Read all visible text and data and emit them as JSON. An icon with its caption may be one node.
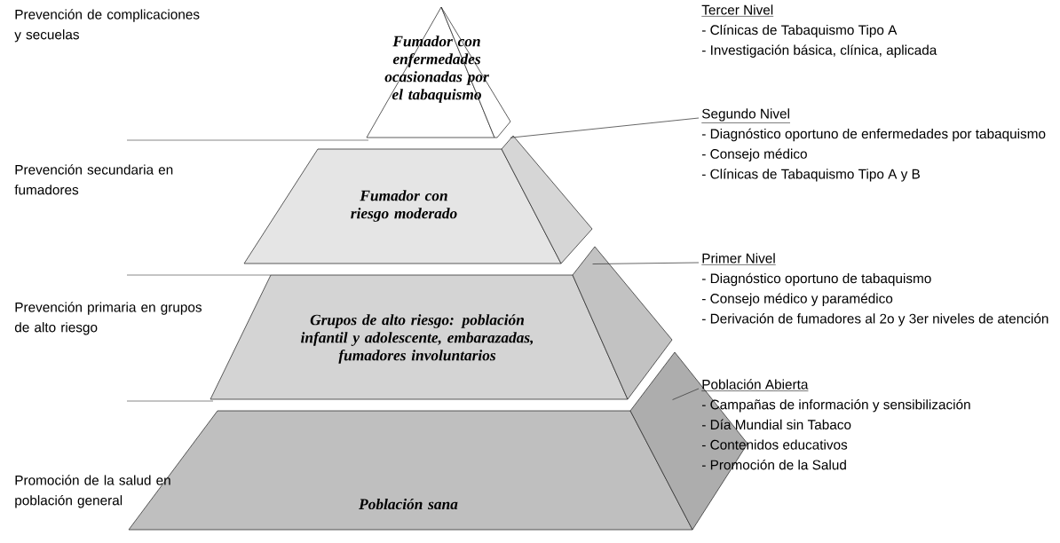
{
  "diagram": {
    "nodes": [
      {
        "text": [
          "Fumador con enfermedades ocasionadas por el tabaquismo"
        ]
      },
      {
        "text": [
          "Fumador con riesgo moderado"
        ]
      },
      {
        "text": [
          "Grupos de alto riesgo: población infantil y adolescente, embarazadas, fumadores involuntarios"
        ]
      },
      {
        "text": [
          "Población sana"
        ]
      },
      {
        "text": [
          "Segundo Nivel",
          "- Diagnóstico oportuno de enfermedades por tabaquismo",
          "- Consejo médico",
          "- Clínicas de Tabaquismo Tipo A y B"
        ]
      },
      {
        "text": [
          "Primer Nivel",
          "- Diagnóstico oportuno de tabaquismo",
          "- Consejo médico y paramédico",
          "- Derivación de fumadores al 2o y 3er niveles de atención"
        ]
      },
      {
        "text": [
          "Población Abierta",
          "- Campañas de información y sensibilización",
          "- Día Mundial sin Tabaco",
          "- Contenidos educativos",
          "- Promoción de la Salud"
        ]
      }
    ],
    "edges": [
      {
        "from": 4,
        "to": 0,
        "arrow": "none"
      },
      {
        "from": 5,
        "to": 1,
        "arrow": "none"
      },
      {
        "from": 6,
        "to": 2,
        "arrow": "none"
      }
    ],
    "labels": [
      "Prevención de complicaciones y secuelas",
      "Tercer Nivel",
      "- Clínicas de Tabaquismo Tipo A",
      "- Investigación básica, clínica, aplicada",
      "Prevención secundaria en fumadores",
      "Prevención primaria en grupos de alto riesgo",
      "Promoción de la salud en población general"
    ]
  }
}
